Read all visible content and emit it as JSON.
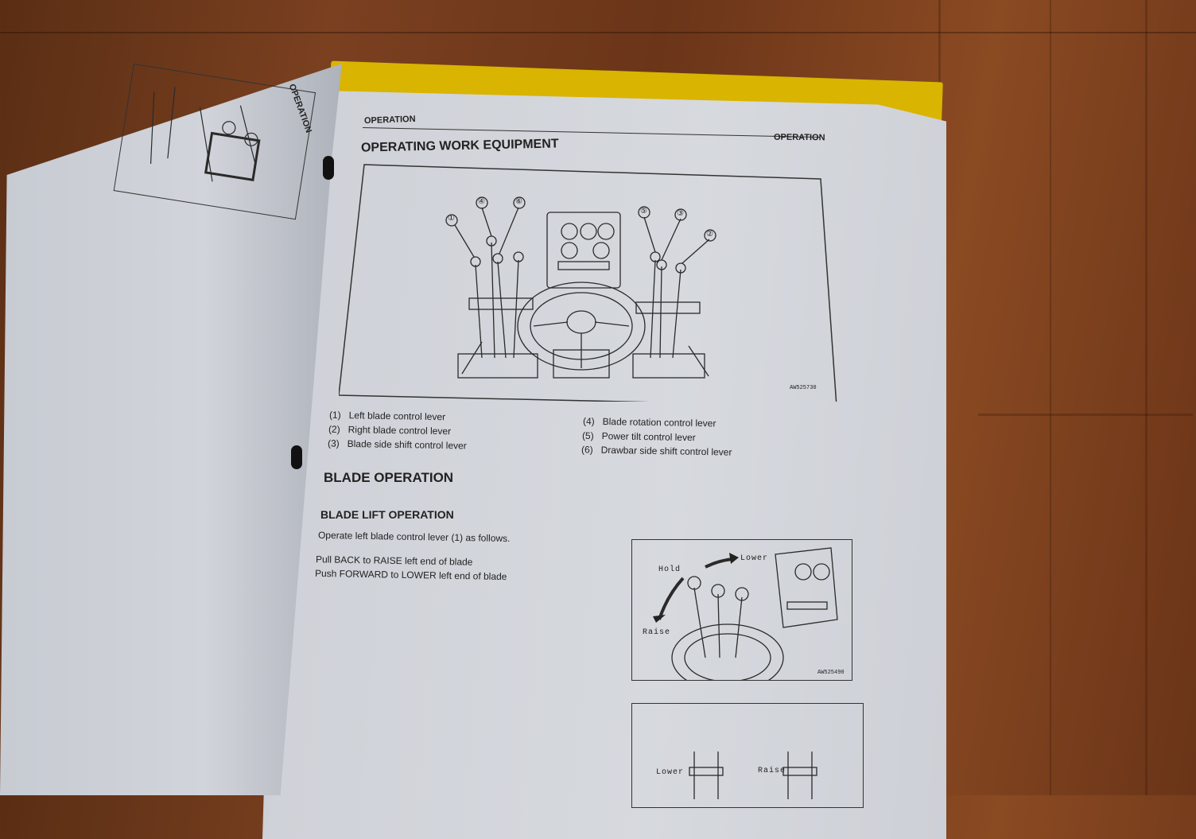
{
  "right_page": {
    "running_head_left": "OPERATION",
    "running_head_right": "OPERATION",
    "title": "OPERATING WORK EQUIPMENT",
    "figure_code": "AW525730",
    "callouts": [
      "①",
      "②",
      "③",
      "④",
      "⑤",
      "⑥"
    ],
    "legend_left": [
      {
        "num": "(1)",
        "text": "Left blade control lever"
      },
      {
        "num": "(2)",
        "text": "Right blade control lever"
      },
      {
        "num": "(3)",
        "text": "Blade side shift control lever"
      }
    ],
    "legend_right": [
      {
        "num": "(4)",
        "text": "Blade rotation control lever"
      },
      {
        "num": "(5)",
        "text": "Power tilt control lever"
      },
      {
        "num": "(6)",
        "text": "Drawbar side shift control lever"
      }
    ],
    "section_heading": "BLADE OPERATION",
    "sub_heading": "BLADE LIFT OPERATION",
    "intro": "Operate left blade control lever (1) as follows.",
    "lines": [
      "Pull BACK to RAISE left end of blade",
      "Push FORWARD to LOWER left end of blade"
    ],
    "figure2": {
      "hold": "Hold",
      "lower": "Lower",
      "raise": "Raise",
      "code": "AW525490"
    },
    "figure3": {
      "lower": "Lower",
      "raise": "Raise"
    }
  },
  "left_page": {
    "running_head": "OPERATION"
  }
}
